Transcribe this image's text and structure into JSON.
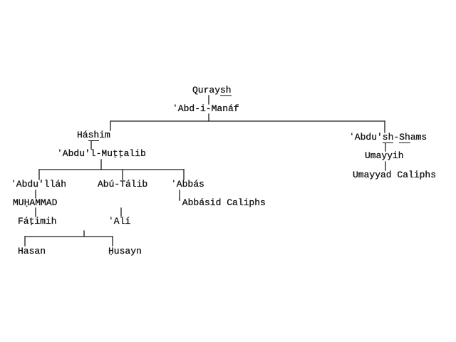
{
  "nodes": {
    "quraysh": "Quraysh",
    "abd_i_manaf": "ʻAbd-i-Manáf",
    "hashim": "Háshim",
    "abdush_shams": "ʻAbdu'sh-Shams",
    "abdul_muttalib": "ʻAbdu'l-Muṭṭalib",
    "umayyih": "Umayyih",
    "umayyad_caliphs": "Umayyad Caliphs",
    "abdullah": "ʻAbdu'lláh",
    "abu_talib": "Abú-Tálib",
    "abbas": "ʻAbbás",
    "abbasid_caliphs": "ʻAbbásid Caliphs",
    "muhammad": "MUḤAMMAD",
    "fatimih": "Fáṭimih",
    "ali": "ʻAlí",
    "hasan": "Hasan",
    "husayn": "Ḥusayn"
  },
  "colors": {
    "ink": "#111111",
    "paper": "#ffffff"
  }
}
